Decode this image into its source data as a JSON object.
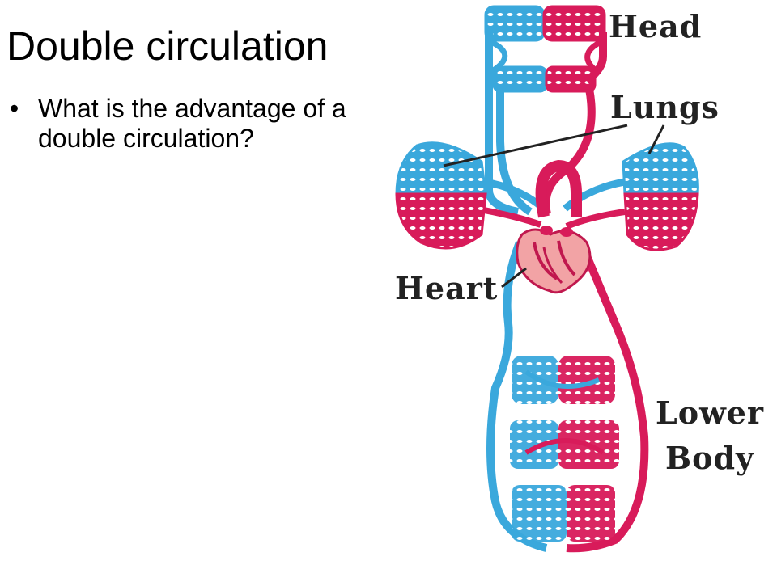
{
  "slide": {
    "title": "Double circulation",
    "bullets": [
      "What is the advantage of a double circulation?"
    ]
  },
  "diagram": {
    "labels": {
      "head": "Head",
      "lungs": "Lungs",
      "heart": "Heart",
      "lower_body_line1": "Lower",
      "lower_body_line2": "Body"
    },
    "colors": {
      "deoxygenated": "#3aa8dc",
      "oxygenated": "#d81b5a",
      "heart": "#f2a3a5",
      "outline": "#222222"
    }
  }
}
